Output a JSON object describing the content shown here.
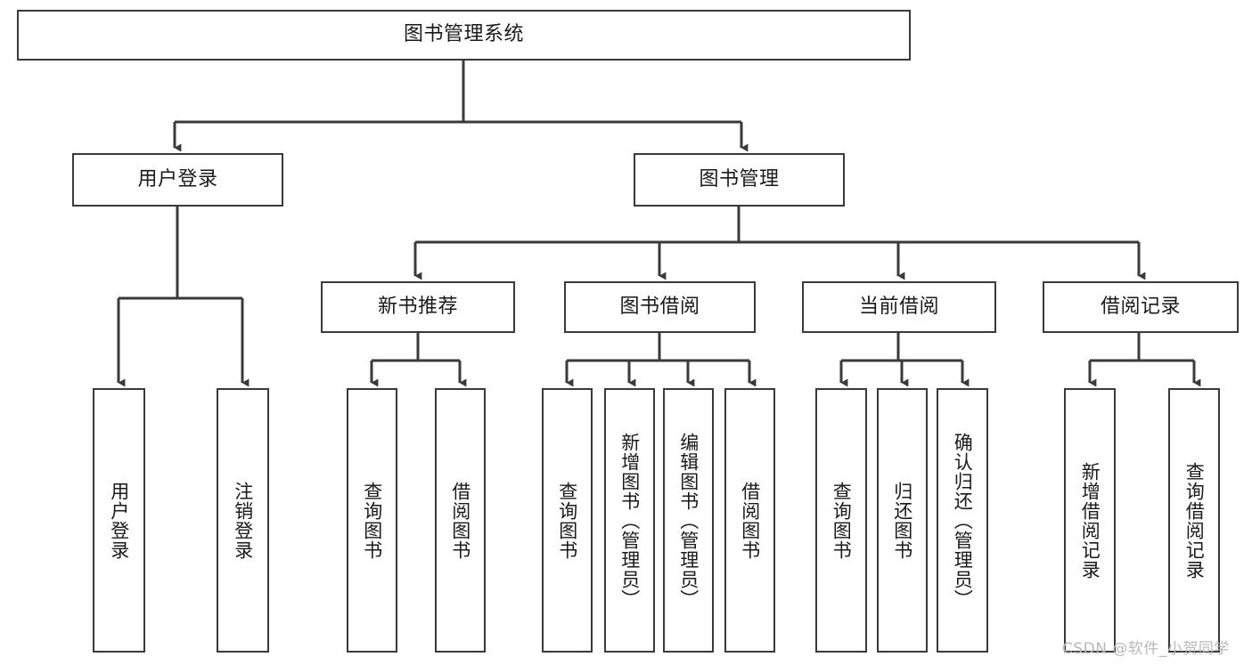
{
  "diagram": {
    "title": "图书管理系统",
    "watermark": "CSDN @软件_小贺同学",
    "stroke_color": "#3a3a3a",
    "text_color": "#1a1a1a",
    "background": "#ffffff",
    "nodes": {
      "root": "图书管理系统",
      "level2": {
        "user_login": "用户登录",
        "book_manage": "图书管理"
      },
      "level3": {
        "new_book_recommend": "新书推荐",
        "book_borrow": "图书借阅",
        "current_borrow": "当前借阅",
        "borrow_record": "借阅记录"
      },
      "leaves": {
        "user_login_1": "用户登录",
        "user_login_2": "注销登录",
        "recommend_1": "查询图书",
        "recommend_2": "借阅图书",
        "borrow_1": "查询图书",
        "borrow_2": "新增图书（管理员）",
        "borrow_3": "编辑图书（管理员）",
        "borrow_4": "借阅图书",
        "current_1": "查询图书",
        "current_2": "归还图书",
        "current_3": "确认归还（管理员）",
        "record_1": "新增借阅记录",
        "record_2": "查询借阅记录"
      }
    }
  }
}
